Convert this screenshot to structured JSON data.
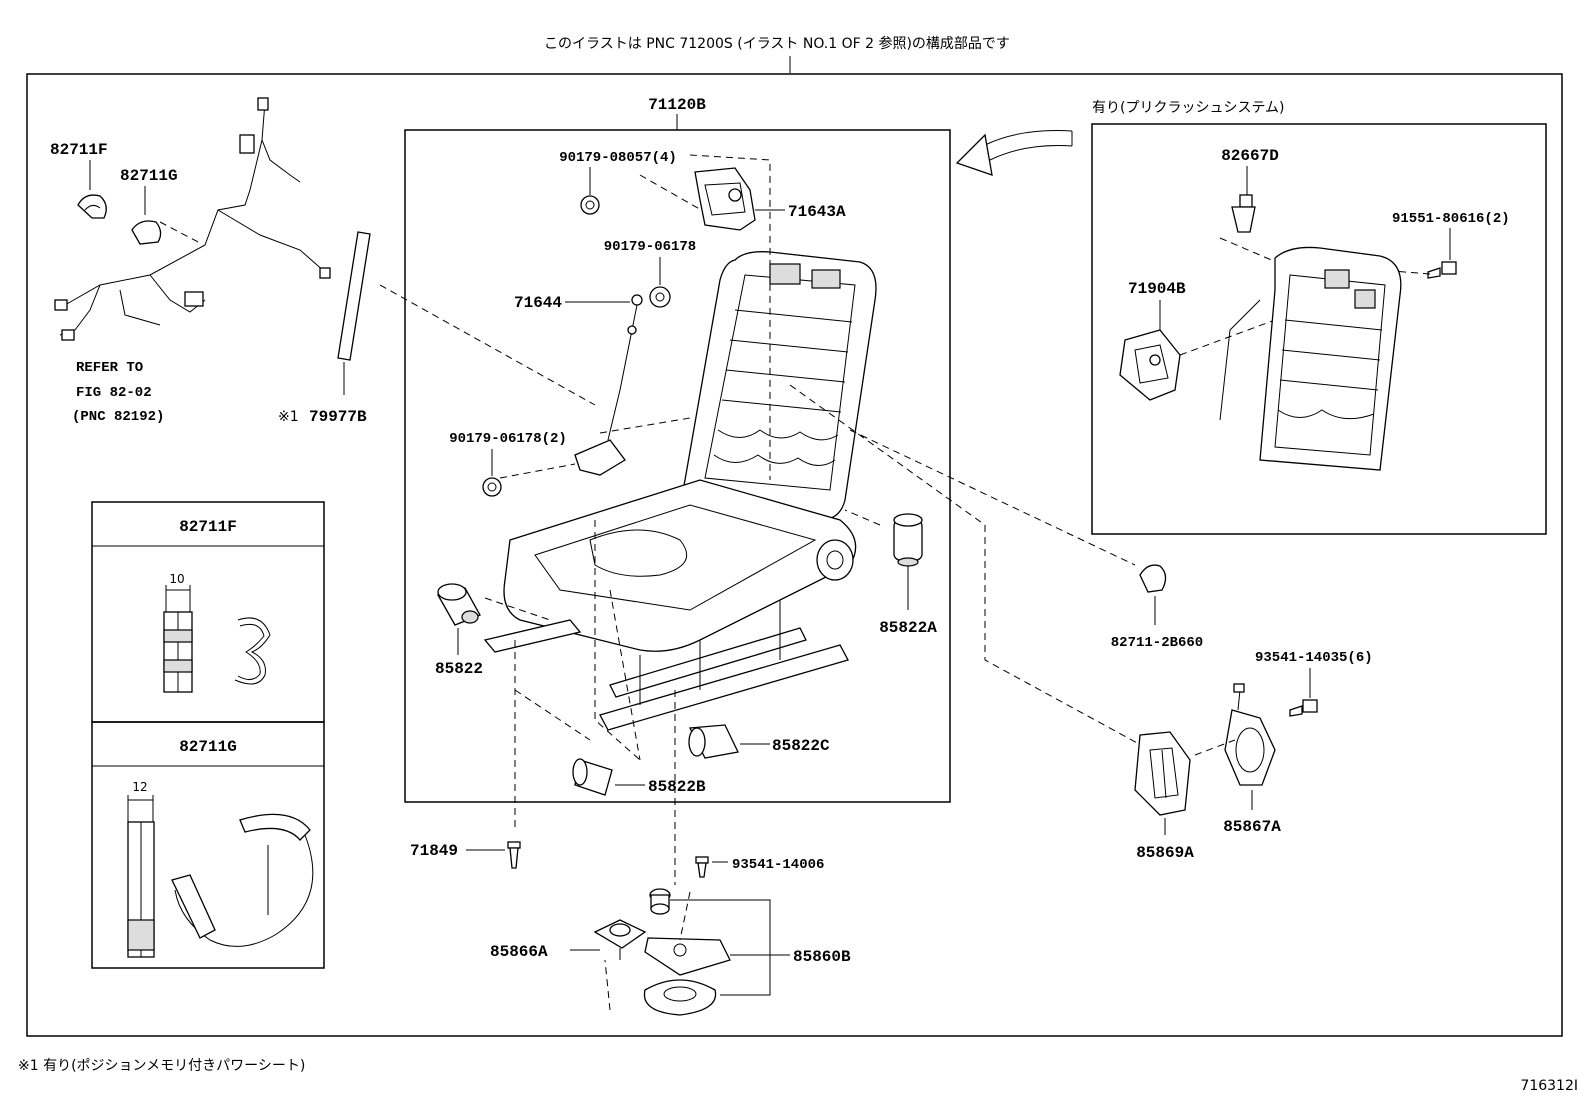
{
  "header_note": "このイラストは PNC 71200S (イラスト NO.1 OF 2 参照)の構成部品です",
  "footnote": "※1 有り(ポジションメモリ付きパワーシート)",
  "figure_code": "716312I",
  "main_assembly": {
    "label": "71120B",
    "parts": {
      "p90179_08057": "90179-08057(4)",
      "p71643A": "71643A",
      "p90179_06178_single": "90179-06178",
      "p71644": "71644",
      "p90179_06178_double": "90179-06178(2)",
      "p85822": "85822",
      "p85822A": "85822A",
      "p85822C": "85822C",
      "p85822B": "85822B"
    }
  },
  "harness": {
    "p82711F": "82711F",
    "p82711G": "82711G",
    "refer_line1": "REFER TO",
    "refer_line2": "FIG 82-02",
    "refer_line3": "(PNC 82192)",
    "p79977B_prefix": "※1",
    "p79977B": "79977B"
  },
  "details": {
    "f_title": "82711F",
    "f_dim": "10",
    "g_title": "82711G",
    "g_dim": "12"
  },
  "lower_parts": {
    "p71849": "71849",
    "p93541_14006": "93541-14006",
    "p85866A": "85866A",
    "p85860B": "85860B"
  },
  "precrash": {
    "title": "有り(プリクラッシュシステム)",
    "p82667D": "82667D",
    "p91551_80616": "91551-80616(2)",
    "p71904B": "71904B"
  },
  "right_parts": {
    "p82711_2B660": "82711-2B660",
    "p93541_14035": "93541-14035(6)",
    "p85867A": "85867A",
    "p85869A": "85869A"
  }
}
